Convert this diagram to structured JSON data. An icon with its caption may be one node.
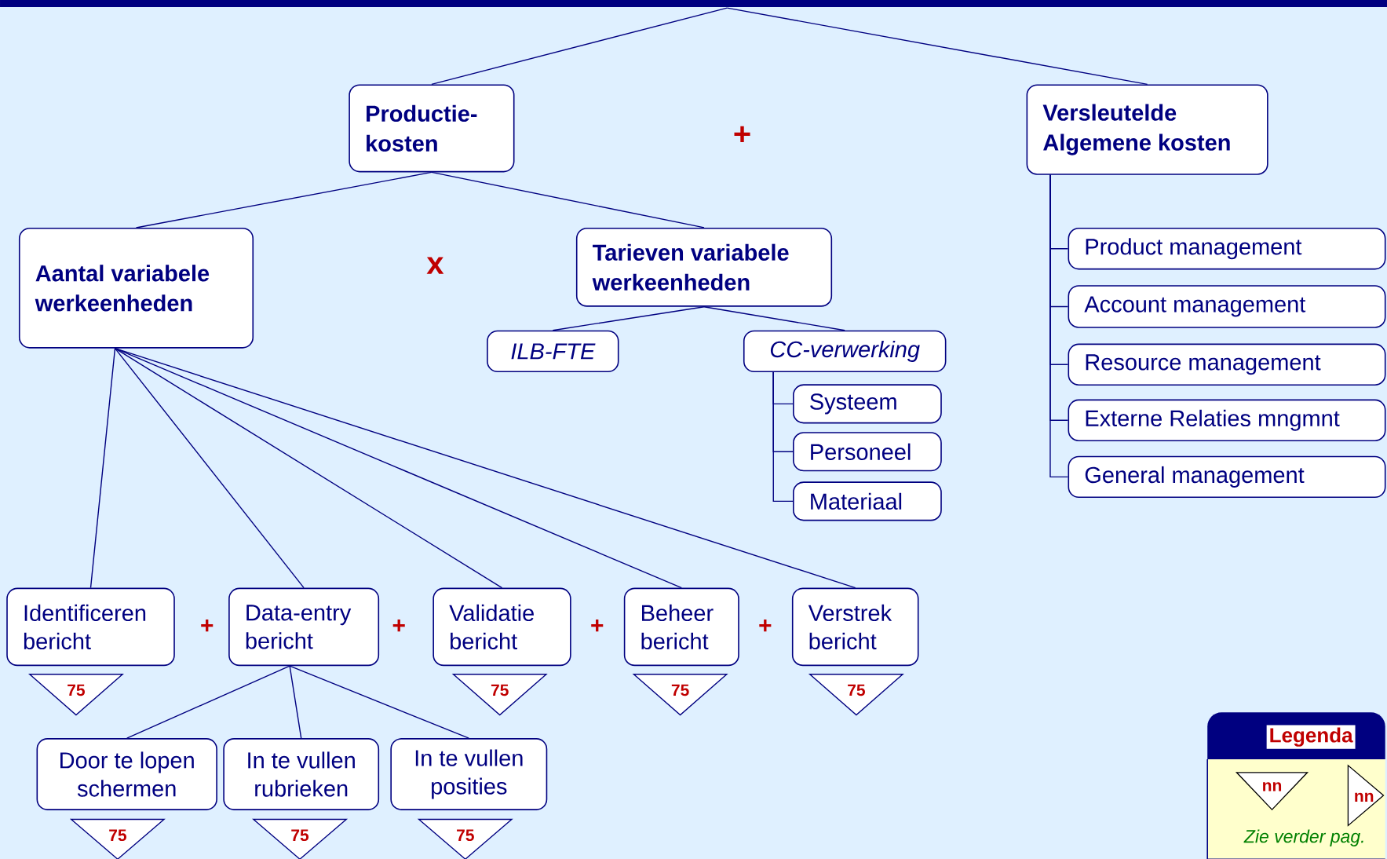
{
  "diagram": {
    "nodes": [
      {
        "text": [
          "Productie- kosten"
        ]
      },
      {
        "text": [
          "Versleutelde Algemene kosten"
        ]
      },
      {
        "text": [
          "Aantal variabele werkeenheden"
        ]
      },
      {
        "text": [
          "Tarieven variabele werkeenheden"
        ]
      },
      {
        "text": [
          "ILB-FTE"
        ]
      },
      {
        "text": [
          "CC-verwerking"
        ]
      },
      {
        "text": [
          "Systeem"
        ]
      },
      {
        "text": [
          "Personeel"
        ]
      },
      {
        "text": [
          "Materiaal"
        ]
      },
      {
        "text": [
          "Product management"
        ]
      },
      {
        "text": [
          "Account management"
        ]
      },
      {
        "text": [
          "Resource management"
        ]
      },
      {
        "text": [
          "Externe Relaties mngmnt"
        ]
      },
      {
        "text": [
          "General management"
        ]
      },
      {
        "text": [
          "Identificeren bericht"
        ]
      },
      {
        "text": [
          "Data-entry bericht"
        ]
      },
      {
        "text": [
          "Validatie bericht"
        ]
      },
      {
        "text": [
          "Beheer bericht"
        ]
      },
      {
        "text": [
          "Verstrek bericht"
        ]
      },
      {
        "text": [
          "75"
        ]
      },
      {
        "text": [
          "75"
        ]
      },
      {
        "text": [
          "75"
        ]
      },
      {
        "text": [
          "75"
        ]
      },
      {
        "text": [
          "Door te lopen schermen"
        ]
      },
      {
        "text": [
          "In te vullen rubrieken"
        ]
      },
      {
        "text": [
          "In te vullen posities"
        ]
      },
      {
        "text": [
          "75"
        ]
      },
      {
        "text": [
          "75"
        ]
      },
      {
        "text": [
          "75"
        ]
      },
      {
        "text": [
          "Legenda",
          "Zie verder pag."
        ]
      },
      {
        "text": [
          "nn"
        ],
        "in": 29
      },
      {
        "text": [
          "nn"
        ],
        "in": 29
      }
    ],
    "edges": [
      {
        "from": null,
        "to": 0,
        "arrow": "none"
      },
      {
        "from": null,
        "to": 1,
        "arrow": "none"
      },
      {
        "from": 0,
        "to": 2,
        "arrow": "none"
      },
      {
        "from": 0,
        "to": 3,
        "arrow": "none"
      },
      {
        "from": 3,
        "to": 4,
        "arrow": "none"
      },
      {
        "from": 3,
        "to": 5,
        "arrow": "none"
      },
      {
        "from": 5,
        "to": 6,
        "arrow": "none"
      },
      {
        "from": 5,
        "to": 7,
        "arrow": "none"
      },
      {
        "from": 5,
        "to": 8,
        "arrow": "none"
      },
      {
        "from": 1,
        "to": 9,
        "arrow": "none"
      },
      {
        "from": 1,
        "to": 10,
        "arrow": "none"
      },
      {
        "from": 1,
        "to": 11,
        "arrow": "none"
      },
      {
        "from": 1,
        "to": 12,
        "arrow": "none"
      },
      {
        "from": 1,
        "to": 13,
        "arrow": "none"
      },
      {
        "from": 2,
        "to": 14,
        "arrow": "none"
      },
      {
        "from": 2,
        "to": 15,
        "arrow": "none"
      },
      {
        "from": 2,
        "to": 16,
        "arrow": "none"
      },
      {
        "from": 2,
        "to": 17,
        "arrow": "none"
      },
      {
        "from": 2,
        "to": 18,
        "arrow": "none"
      },
      {
        "from": 15,
        "to": 23,
        "arrow": "none"
      },
      {
        "from": 15,
        "to": 24,
        "arrow": "none"
      },
      {
        "from": 15,
        "to": 25,
        "arrow": "none"
      }
    ],
    "labels": [
      "+",
      "x",
      "+",
      "+",
      "+",
      "+"
    ]
  }
}
